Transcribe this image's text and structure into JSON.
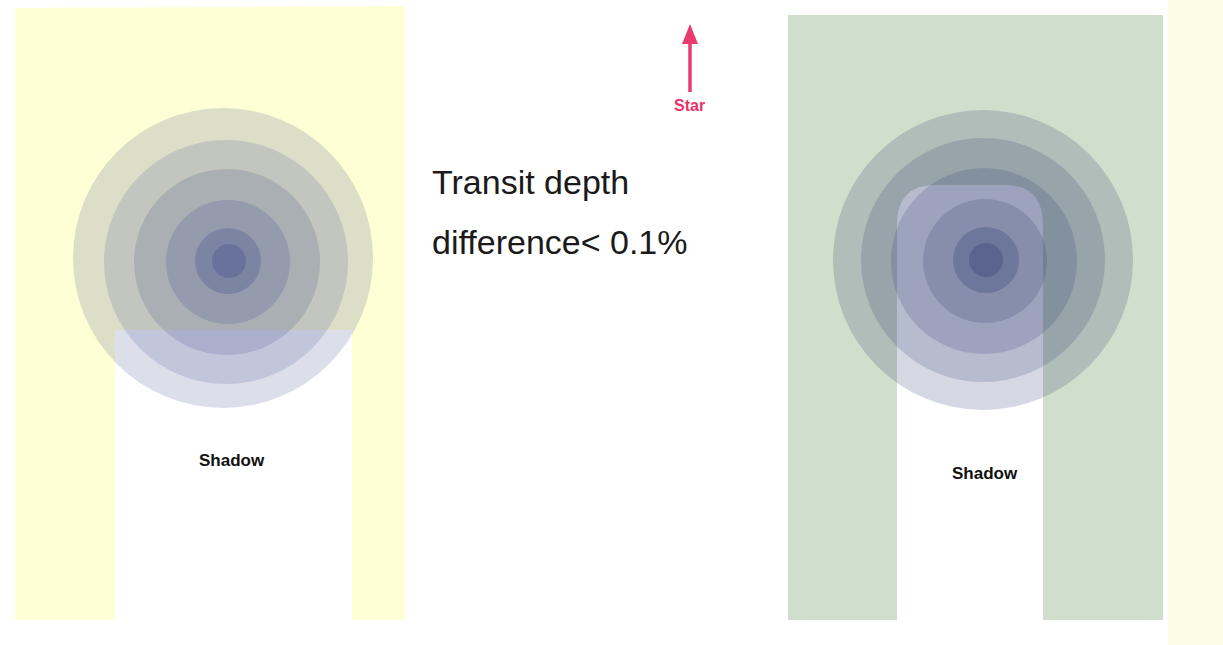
{
  "diagram": {
    "labels": [
      "Star",
      "Transit depth difference< 0.1%",
      "Shadow",
      "Shadow"
    ]
  }
}
